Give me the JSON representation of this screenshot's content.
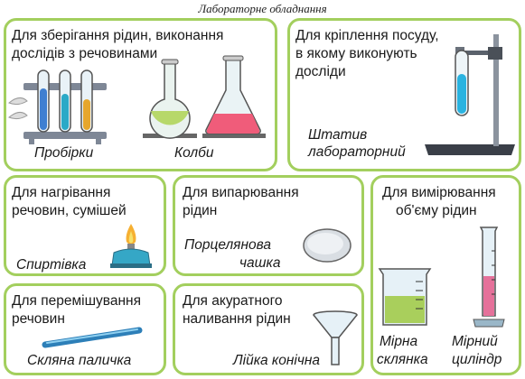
{
  "title": "Лабораторне обладнання",
  "cards": {
    "storage": {
      "desc": [
        "Для зберігання рідин, виконання",
        "дослідів з речовинами"
      ],
      "tubes": "Пробірки",
      "flasks": "Колби"
    },
    "stand": {
      "desc": [
        "Для кріплення посуду,",
        "в якому виконують",
        "досліди"
      ],
      "cap": [
        "Штатив",
        "лабораторний"
      ]
    },
    "heating": {
      "desc": [
        "Для нагрівання",
        "речовин, сумішей"
      ],
      "cap": "Спиртівка"
    },
    "evaporate": {
      "desc": [
        "Для випарювання",
        "рідин"
      ],
      "cap": [
        "Порцелянова",
        "чашка"
      ]
    },
    "measure": {
      "desc": [
        "Для вимірювання",
        "об'єму рідин"
      ],
      "beaker": [
        "Мірна",
        "склянка"
      ],
      "cylinder": [
        "Мірний",
        "циліндр"
      ]
    },
    "stir": {
      "desc": [
        "Для перемішування",
        "речовин"
      ],
      "cap": "Скляна паличка"
    },
    "pour": {
      "desc": [
        "Для акуратного",
        "наливання рідин"
      ],
      "cap": "Лійка конічна"
    }
  }
}
